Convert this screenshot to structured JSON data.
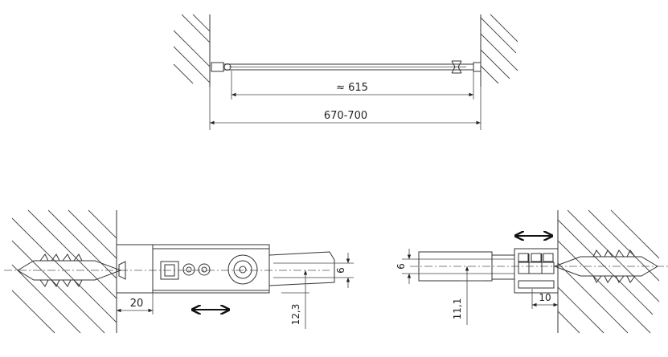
{
  "top_view": {
    "inner_width_label": "≈ 615",
    "outer_range_label": "670-700"
  },
  "left_detail": {
    "wall_offset_label": "20",
    "height_label": "12,3",
    "profile_label": "6"
  },
  "right_detail": {
    "wall_offset_label": "10",
    "height_label": "11,1",
    "profile_label": "6"
  }
}
